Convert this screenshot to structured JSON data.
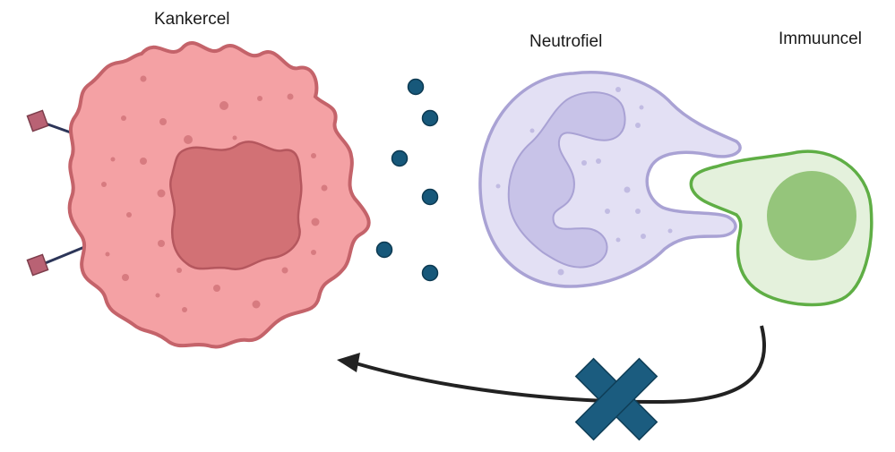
{
  "labels": {
    "cancer_cell": "Kankercel",
    "neutrophil": "Neutrofiel",
    "immune_cell": "Immuuncel"
  },
  "colors": {
    "cancer_fill": "#f4a1a4",
    "cancer_stroke": "#c4636a",
    "cancer_nucleus": "#d27175",
    "neutrophil_fill": "#e3e0f4",
    "neutrophil_stroke": "#a9a2d4",
    "neutrophil_nucleus": "#c8c3e8",
    "immune_fill": "#e4f1dc",
    "immune_stroke": "#5fae45",
    "immune_nucleus": "#95c57b",
    "molecule": "#17587a",
    "receptor": "#b96274",
    "arrow": "#222222",
    "cross": "#1b5c7f"
  },
  "icons": [
    "receptor-icon",
    "signal-molecule-icon",
    "block-cross-icon",
    "arrow-icon"
  ]
}
